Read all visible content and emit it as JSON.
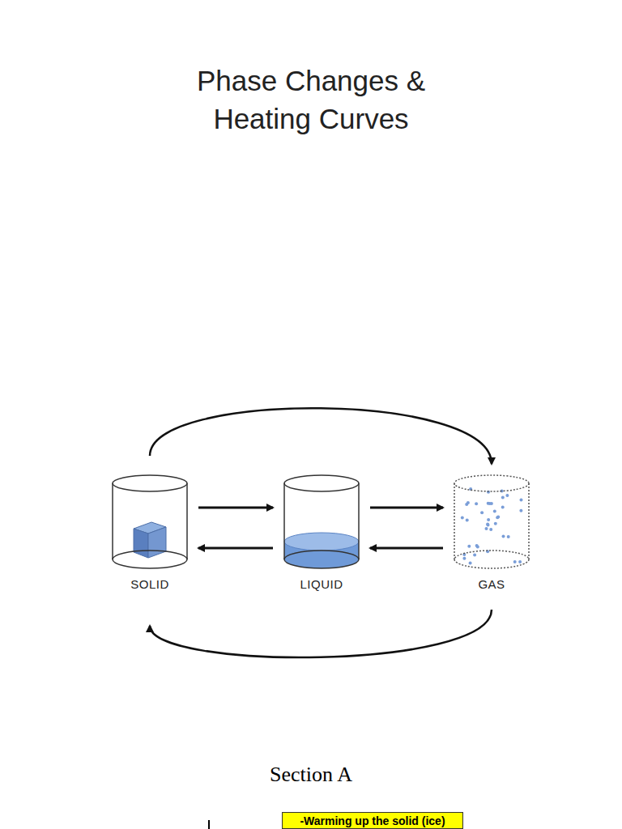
{
  "diagram": {
    "title": "Phase Changes & Heating Curves",
    "nodes": [
      {
        "text": [
          "SOLID"
        ]
      },
      {
        "text": [
          "LIQUID"
        ]
      },
      {
        "text": [
          "GAS"
        ]
      },
      {
        "text": [
          "-Warming up the solid (ice)"
        ]
      }
    ],
    "edges": [
      {
        "from": 0,
        "to": 1,
        "arrow": "to"
      },
      {
        "from": 1,
        "to": 0,
        "arrow": "to"
      },
      {
        "from": 1,
        "to": 2,
        "arrow": "to"
      },
      {
        "from": 2,
        "to": 1,
        "arrow": "to"
      },
      {
        "from": 0,
        "to": 2,
        "arrow": "to"
      },
      {
        "from": 2,
        "to": 0,
        "arrow": "to"
      }
    ],
    "labels": [
      "Section A"
    ]
  }
}
